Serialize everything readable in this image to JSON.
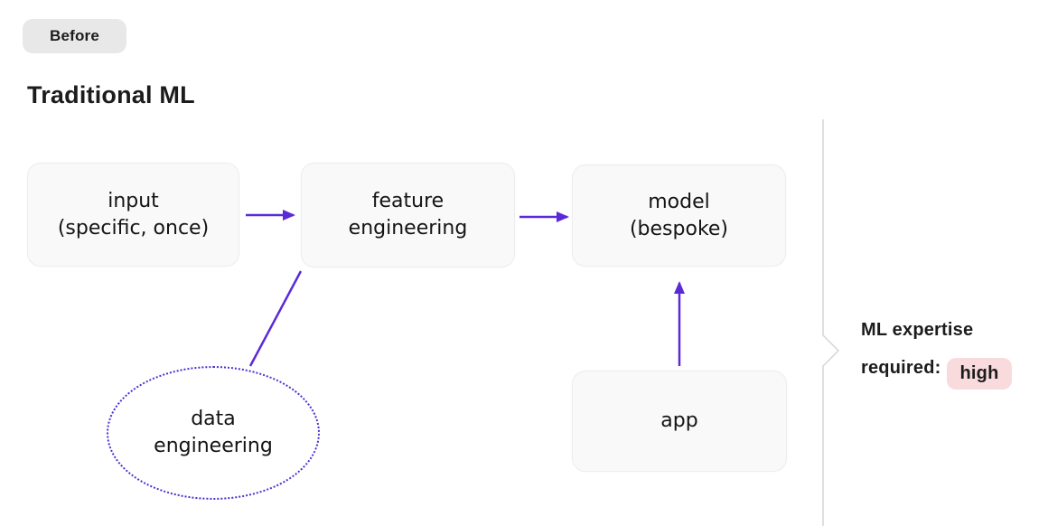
{
  "colors": {
    "accent": "#5b2ad8",
    "ellipse": "#4733cf",
    "divider": "#d6d6d6",
    "box_bg": "#f9f9f9",
    "box_border": "#ededed",
    "badge_bg": "#e8e8e8",
    "pill_bg": "#f9dbdd",
    "text": "#1c1c1c"
  },
  "header": {
    "badge": "Before",
    "title": "Traditional ML"
  },
  "nodes": {
    "input": {
      "label": "input\n(specific, once)"
    },
    "feature_engineering": {
      "label": "feature\nengineering"
    },
    "model": {
      "label": "model\n(bespoke)"
    },
    "app": {
      "label": "app"
    },
    "data_engineering": {
      "label": "data\nengineering"
    }
  },
  "connections": [
    {
      "from": "input",
      "to": "feature_engineering",
      "type": "arrow"
    },
    {
      "from": "feature_engineering",
      "to": "model",
      "type": "arrow"
    },
    {
      "from": "app",
      "to": "model",
      "type": "arrow"
    },
    {
      "from": "data_engineering",
      "to": "feature_engineering",
      "type": "line"
    }
  ],
  "expertise": {
    "line1": "ML expertise",
    "line2": "required:",
    "value": "high"
  }
}
